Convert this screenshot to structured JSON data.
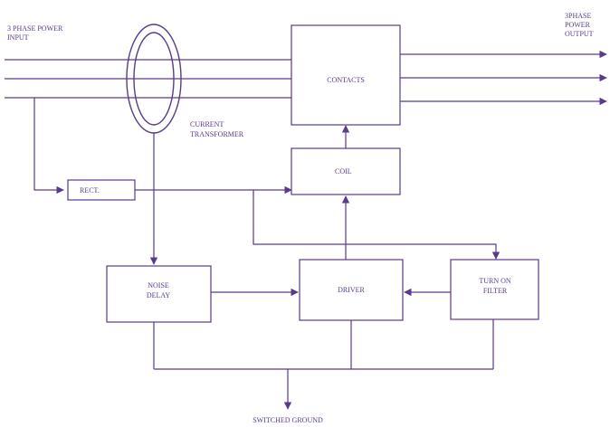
{
  "labels": {
    "input_line1": "3 PHASE POWER",
    "input_line2": "INPUT",
    "output_line1": "3PHASE",
    "output_line2": "POWER",
    "output_line3": "OUTPUT",
    "ct_line1": "CURRENT",
    "ct_line2": "TRANSFORMER",
    "ground": "SWITCHED GROUND"
  },
  "blocks": {
    "contacts": "CONTACTS",
    "coil": "COIL",
    "rect": "RECT.",
    "noise_line1": "NOISE",
    "noise_line2": "DELAY",
    "driver": "DRIVER",
    "filter_line1": "TURN ON",
    "filter_line2": "FILTER"
  },
  "colors": {
    "ink": "#5a3a8a"
  }
}
